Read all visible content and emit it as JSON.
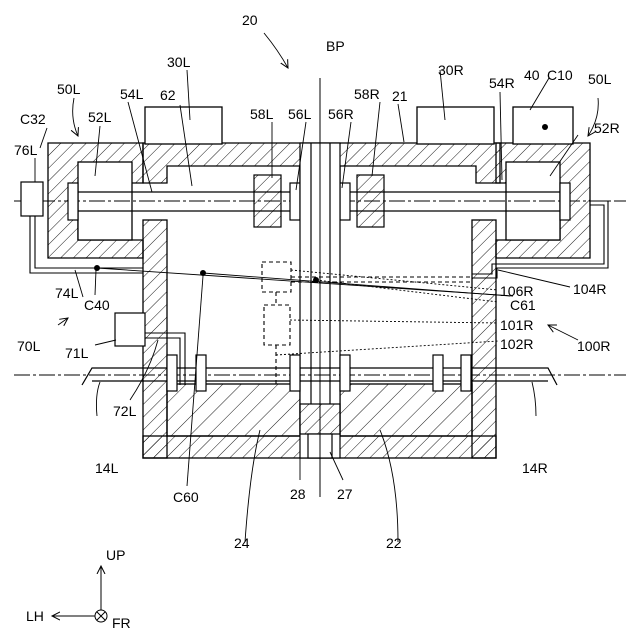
{
  "figure": {
    "labels": {
      "l20": "20",
      "lBP": "BP",
      "l30L": "30L",
      "l30R": "30R",
      "l40": "40",
      "lC10": "C10",
      "l50L_left": "50L",
      "l50L_right": "50L",
      "l54L": "54L",
      "l62": "62",
      "l54R": "54R",
      "l58L": "58L",
      "l56L": "56L",
      "l56R": "56R",
      "l58R": "58R",
      "l21": "21",
      "l52L": "52L",
      "l52R": "52R",
      "lC32": "C32",
      "l76L": "76L",
      "l74L": "74L",
      "lC40": "C40",
      "l70L": "70L",
      "l71L": "71L",
      "l72L": "72L",
      "l106R": "106R",
      "lC61": "C61",
      "l104R": "104R",
      "l101R": "101R",
      "l102R": "102R",
      "l100R": "100R",
      "l14L": "14L",
      "l14R": "14R",
      "lC60": "C60",
      "l28": "28",
      "l27": "27",
      "l24": "24",
      "l22": "22"
    },
    "directions": {
      "up": "UP",
      "left": "LH",
      "forward": "FR"
    }
  }
}
